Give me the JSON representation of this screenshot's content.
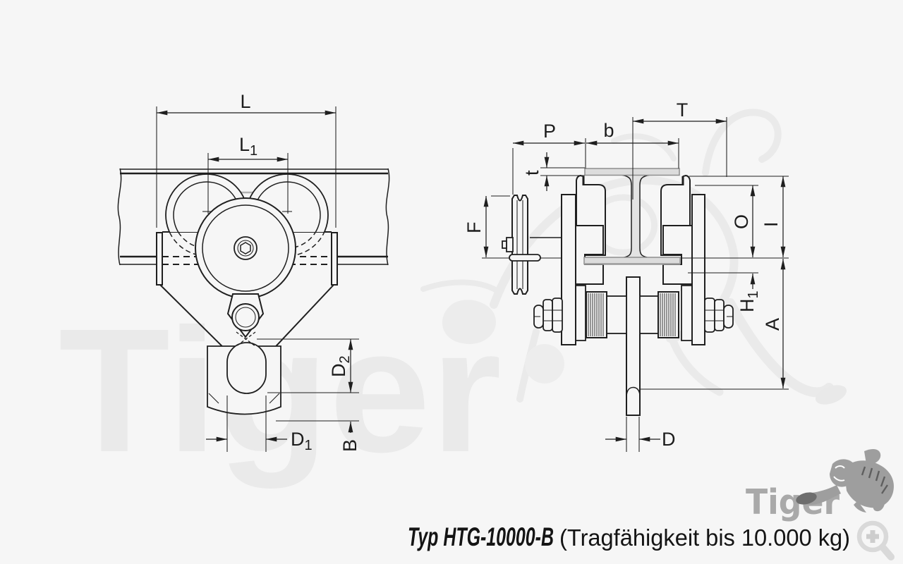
{
  "page": {
    "background": "#f6f6f6",
    "kind": "technical dimension drawing"
  },
  "title": {
    "model": "Typ HTG-10000-B",
    "capacity": "(Tragfähigkeit bis 10.000 kg)"
  },
  "branding": {
    "watermark_text": "Tiger",
    "logo_text": "Tiger",
    "icons": {
      "zoom": "magnifier-plus-icon",
      "tiger": "leaping-tiger-illustration"
    }
  },
  "views": {
    "front": {
      "description": "front view of trolley on I-beam",
      "dimensions": {
        "L": "L",
        "L1": {
          "main": "L",
          "sub": "1"
        },
        "D2": {
          "main": "D",
          "sub": "2"
        },
        "D1": {
          "main": "D",
          "sub": "1"
        },
        "B": "B"
      }
    },
    "side": {
      "description": "side section view of trolley on I-beam",
      "dimensions": {
        "T": "T",
        "P": "P",
        "b": "b",
        "t": "t",
        "F": "F",
        "O": "O",
        "I": "I",
        "H1": {
          "main": "H",
          "sub": "1"
        },
        "A": "A",
        "D": "D"
      }
    }
  },
  "colors": {
    "line": "#1f1f1f",
    "beam_flange_fill": "#dcdcdc",
    "beam_web_fill": "#e3e3e3",
    "watermark": "#eaeaea",
    "logo_text": "#a9a9a9",
    "tiger_gray": "#9e9e9e",
    "zoom_icon": "#d9d9d9"
  }
}
